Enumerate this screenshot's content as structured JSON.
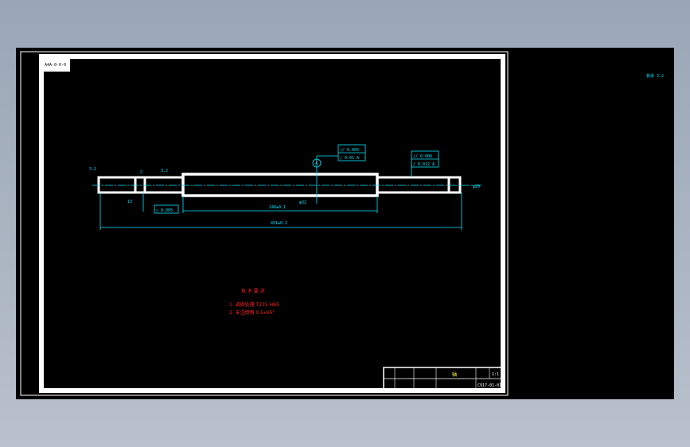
{
  "drawing": {
    "title_tab": "A4A-0-0-0",
    "datum_label": "A",
    "side_roughness": "其余 3.2",
    "tolerances": {
      "top_left": [
        "// 0.005",
        "/ 0.01 A"
      ],
      "top_right": [
        "// 0.006",
        "/ 0.012 A"
      ],
      "roundness": "○ 0.005"
    },
    "dimensions": {
      "overall": "451±0.2",
      "middle": "248±0.1",
      "dia_center": "φ32",
      "left_small": "13",
      "left_step": "2",
      "right_end": "φ20"
    },
    "roughness": {
      "left": "3.2",
      "mid": "3.2"
    },
    "notes": {
      "heading": "技 术 要 求",
      "line1": "1. 调质处理 T235 HB5",
      "line2": "2. 未注倒角 0.5x45°"
    },
    "title_block": {
      "part_name": "轴",
      "drawing_no": "C917-01-01",
      "scale": "1:1"
    }
  },
  "colors": {
    "frame": "#ffffff",
    "geometry": "#00e5ff",
    "notes": "#ff2020",
    "background": "#000000"
  }
}
